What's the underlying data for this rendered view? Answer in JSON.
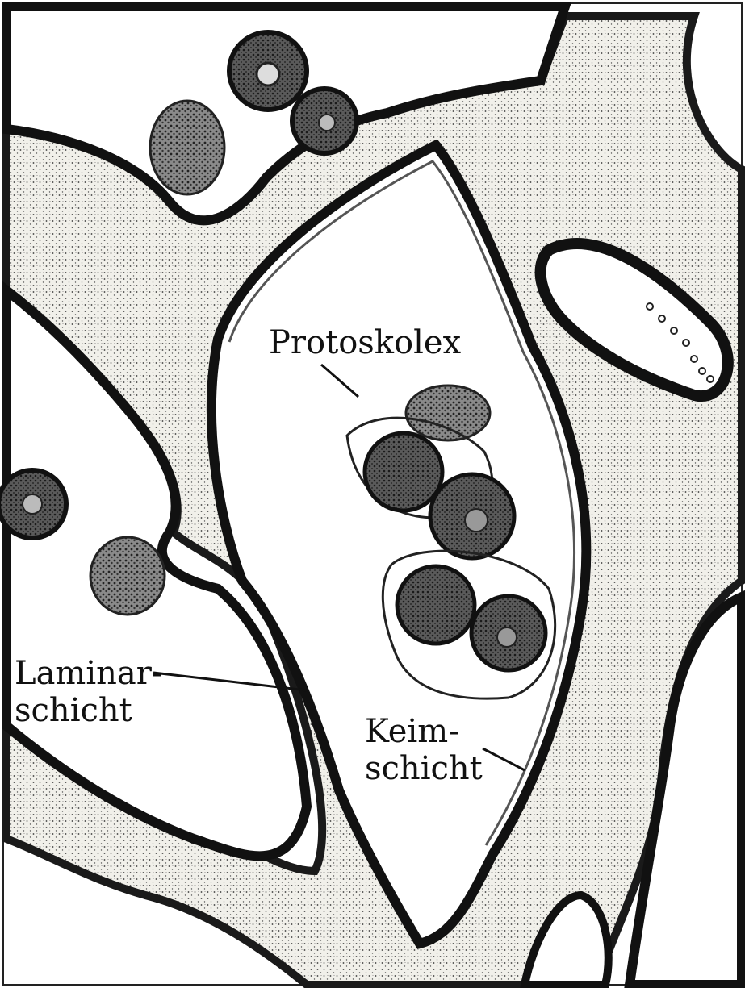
{
  "labels": {
    "protoskolex": "Protoskolex",
    "laminar_line1": "Laminar-",
    "laminar_line2": "schicht",
    "keim_line1": "Keim-",
    "keim_line2": "schicht"
  },
  "colors": {
    "ink": "#111111",
    "tissue_fill": "#ecebe4",
    "tissue_stroke": "#1a1a1a",
    "background": "#ffffff"
  }
}
